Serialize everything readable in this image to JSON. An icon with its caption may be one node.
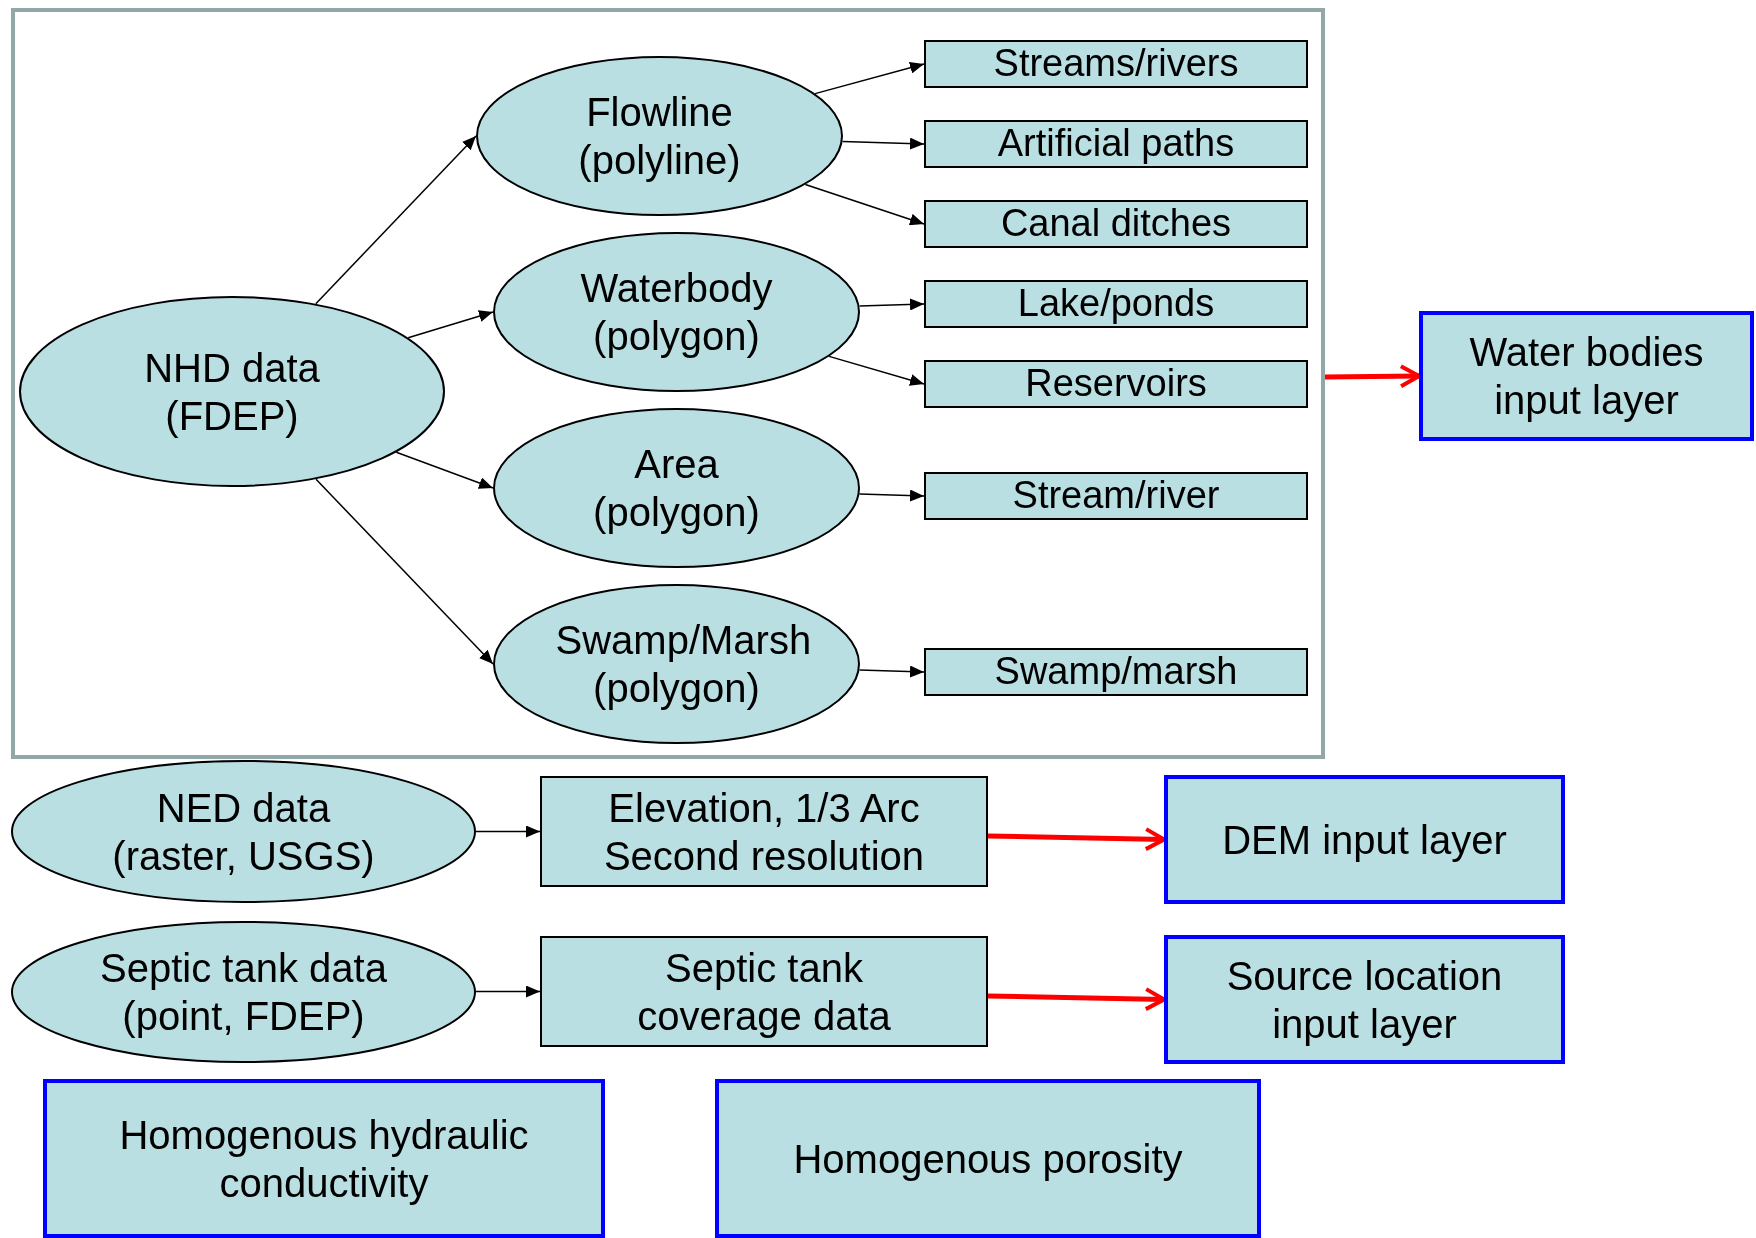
{
  "diagram": {
    "nodes": [
      {
        "text": [],
        "shape": "box"
      },
      {
        "text": [
          "NHD data (FDEP)"
        ],
        "in": 0
      },
      {
        "text": [
          "Flowline (polyline)"
        ],
        "in": 0
      },
      {
        "text": [
          "Waterbody (polygon)"
        ],
        "in": 0
      },
      {
        "text": [
          "Area (polygon)"
        ],
        "in": 0
      },
      {
        "text": [
          "Swamp/Marsh (polygon)"
        ],
        "in": 0
      },
      {
        "text": [
          "Streams/rivers"
        ],
        "in": 0
      },
      {
        "text": [
          "Artificial paths"
        ],
        "in": 0
      },
      {
        "text": [
          "Canal ditches"
        ],
        "in": 0
      },
      {
        "text": [
          "Lake/ponds"
        ],
        "in": 0
      },
      {
        "text": [
          "Reservoirs"
        ],
        "in": 0
      },
      {
        "text": [
          "Stream/river"
        ],
        "in": 0
      },
      {
        "text": [
          "Swamp/marsh"
        ],
        "in": 0
      },
      {
        "text": [
          "Water bodies input layer"
        ]
      },
      {
        "text": [
          "NED data (raster, USGS)"
        ]
      },
      {
        "text": [
          "Elevation, 1/3 Arc Second resolution"
        ]
      },
      {
        "text": [
          "DEM input layer"
        ]
      },
      {
        "text": [
          "Septic tank data (point, FDEP)"
        ]
      },
      {
        "text": [
          "Septic tank coverage data"
        ]
      },
      {
        "text": [
          "Source location input layer"
        ]
      },
      {
        "text": [
          "Homogenous hydraulic conductivity"
        ]
      },
      {
        "text": [
          "Homogenous porosity"
        ]
      }
    ],
    "edges": [
      {
        "from": 1,
        "to": 2,
        "arrow": "to"
      },
      {
        "from": 1,
        "to": 3,
        "arrow": "to"
      },
      {
        "from": 1,
        "to": 4,
        "arrow": "to"
      },
      {
        "from": 1,
        "to": 5,
        "arrow": "to"
      },
      {
        "from": 2,
        "to": 6,
        "arrow": "to"
      },
      {
        "from": 2,
        "to": 7,
        "arrow": "to"
      },
      {
        "from": 2,
        "to": 8,
        "arrow": "to"
      },
      {
        "from": 3,
        "to": 9,
        "arrow": "to"
      },
      {
        "from": 3,
        "to": 10,
        "arrow": "to"
      },
      {
        "from": 4,
        "to": 11,
        "arrow": "to"
      },
      {
        "from": 5,
        "to": 12,
        "arrow": "to"
      },
      {
        "from": 0,
        "to": 13,
        "arrow": "to",
        "style": "thick",
        "color": "#ff0000"
      },
      {
        "from": 14,
        "to": 15,
        "arrow": "to"
      },
      {
        "from": 15,
        "to": 16,
        "arrow": "to",
        "style": "thick",
        "color": "#ff0000"
      },
      {
        "from": 17,
        "to": 18,
        "arrow": "to"
      },
      {
        "from": 18,
        "to": 19,
        "arrow": "to",
        "style": "thick",
        "color": "#ff0000"
      }
    ]
  }
}
